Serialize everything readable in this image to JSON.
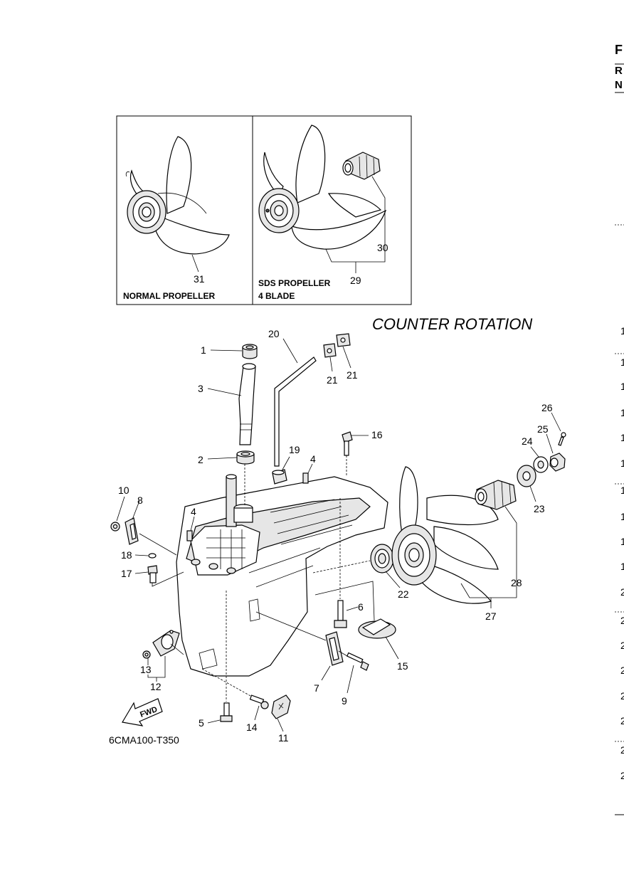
{
  "header": {
    "edge_letters": [
      "F",
      "R",
      "N"
    ]
  },
  "inset": {
    "normal_label": "NORMAL PROPELLER",
    "sds_label_line1": "SDS PROPELLER",
    "sds_label_line2": "4 BLADE",
    "callouts": {
      "c31": "31",
      "c29": "29",
      "c30": "30"
    }
  },
  "main": {
    "title": "COUNTER  ROTATION",
    "drawing_code": "6CMA100-T350",
    "fwd_label": "FWD",
    "callouts": {
      "c1": "1",
      "c2": "2",
      "c3": "3",
      "c4a": "4",
      "c4b": "4",
      "c5": "5",
      "c6": "6",
      "c7": "7",
      "c8": "8",
      "c9": "9",
      "c10": "10",
      "c11": "11",
      "c12": "12",
      "c13": "13",
      "c14": "14",
      "c15": "15",
      "c16": "16",
      "c17": "17",
      "c18": "18",
      "c19": "19",
      "c20": "20",
      "c21a": "21",
      "c21b": "21",
      "c22": "22",
      "c23": "23",
      "c24": "24",
      "c25": "25",
      "c26": "26",
      "c27": "27",
      "c28": "28"
    }
  },
  "right_edge": {
    "numbers": [
      "1",
      "1",
      "1",
      "1",
      "1",
      "1",
      "1",
      "1",
      "1",
      "1",
      "2",
      "2",
      "2",
      "2",
      "2",
      "2",
      "2",
      "2"
    ]
  }
}
